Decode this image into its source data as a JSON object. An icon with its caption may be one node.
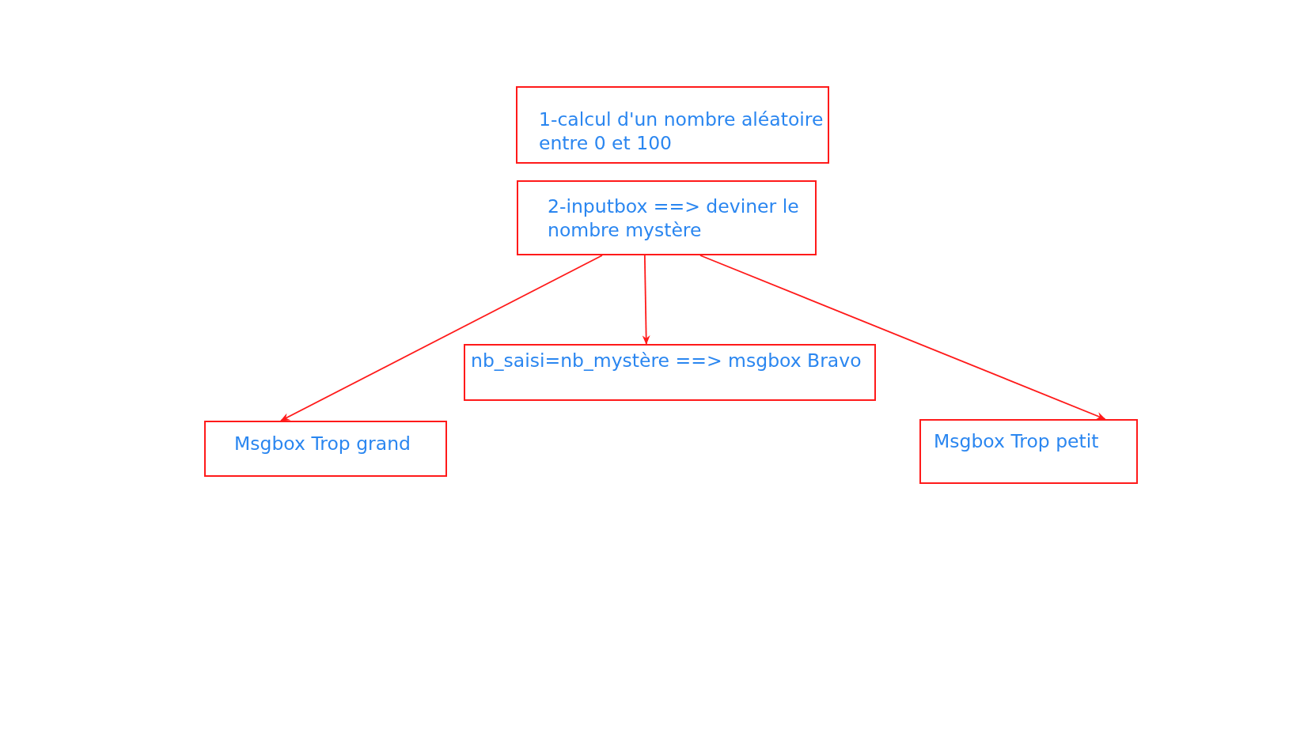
{
  "diagram": {
    "nodes": [
      {
        "text": [
          "1-calcul d'un nombre aléatoire entre 0 et 100"
        ]
      },
      {
        "text": [
          "2-inputbox ==> deviner le nombre mystère"
        ]
      },
      {
        "text": [
          "nb_saisi=nb_mystère ==> msgbox Bravo"
        ]
      },
      {
        "text": [
          "Msgbox Trop grand"
        ]
      },
      {
        "text": [
          "Msgbox Trop petit"
        ]
      }
    ],
    "edges": [
      {
        "from": 1,
        "to": 3,
        "arrow": "to"
      },
      {
        "from": 1,
        "to": 2,
        "arrow": "to"
      },
      {
        "from": 1,
        "to": 4,
        "arrow": "to"
      }
    ]
  }
}
